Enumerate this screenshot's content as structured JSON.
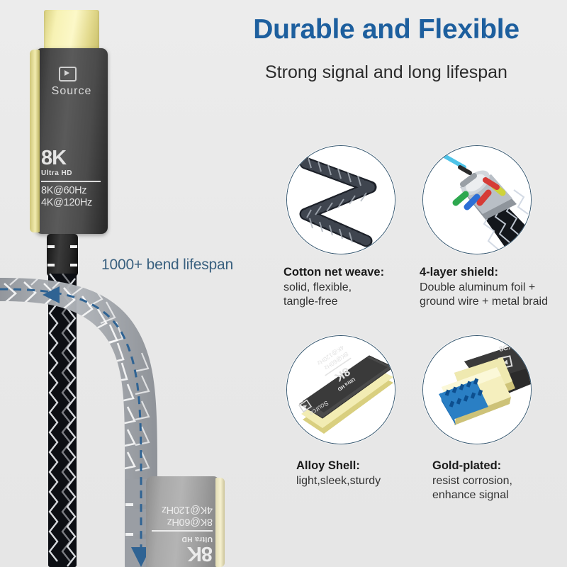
{
  "header": {
    "headline": "Durable and Flexible",
    "subhead": "Strong signal and long lifespan",
    "headline_color": "#1d5f9e"
  },
  "connector_top": {
    "icon": "play-badge-icon",
    "source_label": "Source",
    "resolution": "8K",
    "resolution_sub": "Ultra HD",
    "spec_line_1": "8K@60Hz",
    "spec_line_2": "4K@120Hz"
  },
  "connector_bottom": {
    "resolution": "8K",
    "resolution_sub": "Ultra HD",
    "spec_line_1": "8K@60Hz",
    "spec_line_2": "4K@120Hz"
  },
  "annotation": {
    "bend_lifespan": "1000+ bend lifespan",
    "bend_color": "#39607f"
  },
  "features": [
    {
      "id": "cotton-net-weave",
      "title": "Cotton net weave:",
      "desc_line_1": "solid, flexible,",
      "desc_line_2": "tangle-free",
      "image": "braided-cable-zigzag"
    },
    {
      "id": "four-layer-shield",
      "title": "4-layer shield:",
      "desc_line_1": "Double aluminum foil +",
      "desc_line_2": "ground wire + metal braid",
      "image": "cable-cutaway-shield"
    },
    {
      "id": "alloy-shell",
      "title": "Alloy Shell:",
      "desc_line_1": "light,sleek,sturdy",
      "desc_line_2": "",
      "image": "connector-alloy-shell"
    },
    {
      "id": "gold-plated",
      "title": "Gold-plated:",
      "desc_line_1": "resist corrosion,",
      "desc_line_2": "enhance signal",
      "image": "gold-plated-hdmi-plug"
    }
  ],
  "theme": {
    "background": "#e9e9e9",
    "circle_border": "#33556e",
    "accent_blue": "#1d5f9e"
  }
}
